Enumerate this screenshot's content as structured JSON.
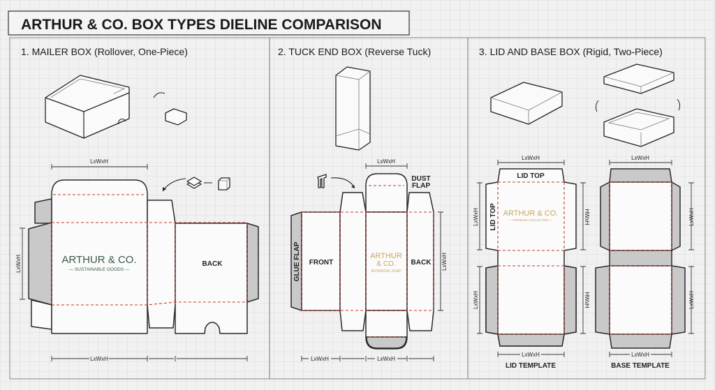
{
  "title": "ARTHUR & CO. BOX TYPES DIELINE COMPARISON",
  "panels": [
    {
      "heading": "1. MAILER BOX (Rollover, One-Piece)",
      "brand": "ARTHUR & CO.",
      "tagline": "— SUSTAINABLE GOODS —",
      "back_label": "BACK",
      "dim_label": "LxWxH"
    },
    {
      "heading": "2. TUCK END BOX (Reverse Tuck)",
      "brand_line1": "ARTHUR",
      "brand_line2": "& CO.",
      "tagline": "BOTANICAL SOAP",
      "front_label": "FRONT",
      "back_label": "BACK",
      "glue_label": "GLUE FLAP",
      "dust_label_1": "DUST",
      "dust_label_2": "FLAP",
      "dim_label": "LxWxH"
    },
    {
      "heading": "3. LID AND BASE BOX (Rigid, Two-Piece)",
      "brand": "ARTHUR & CO.",
      "tagline": "— PREMIUM COLLECTION —",
      "lid_top_label": "LID TOP",
      "lid_template_label": "LID TEMPLATE",
      "base_template_label": "BASE TEMPLATE",
      "dim_label": "LxWxH",
      "dim_label_alt": "HWxH"
    }
  ],
  "colors": {
    "background": "#f1f1f1",
    "grid": "#d6d6d6",
    "cut_line": "#2a2a2a",
    "fold_line": "#c0392b",
    "glue_shading": "#c9c9c9",
    "brand_green": "#3d5a48",
    "brand_gold": "#c9a45c"
  }
}
